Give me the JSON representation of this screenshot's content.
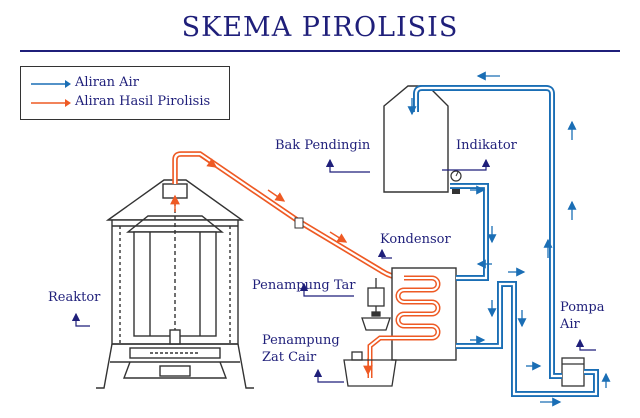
{
  "title": "SKEMA PIROLISIS",
  "legend": {
    "water": {
      "label": "Aliran Air",
      "color": "#1a6eb5"
    },
    "pyrolysis": {
      "label": "Aliran Hasil Pirolisis",
      "color": "#ee5a24"
    }
  },
  "labels": {
    "reaktor": "Reaktor",
    "bak_pendingin": "Bak Pendingin",
    "indikator": "Indikator",
    "kondensor": "Kondensor",
    "penampung_tar": "Penampung Tar",
    "penampung_zat_cair_1": "Penampung",
    "penampung_zat_cair_2": "Zat Cair",
    "pompa_air_1": "Pompa",
    "pompa_air_2": "Air"
  },
  "colors": {
    "line": "#333333",
    "text": "#1f1f7a",
    "water": "#1a6eb5",
    "pyrolysis": "#ee5a24"
  }
}
